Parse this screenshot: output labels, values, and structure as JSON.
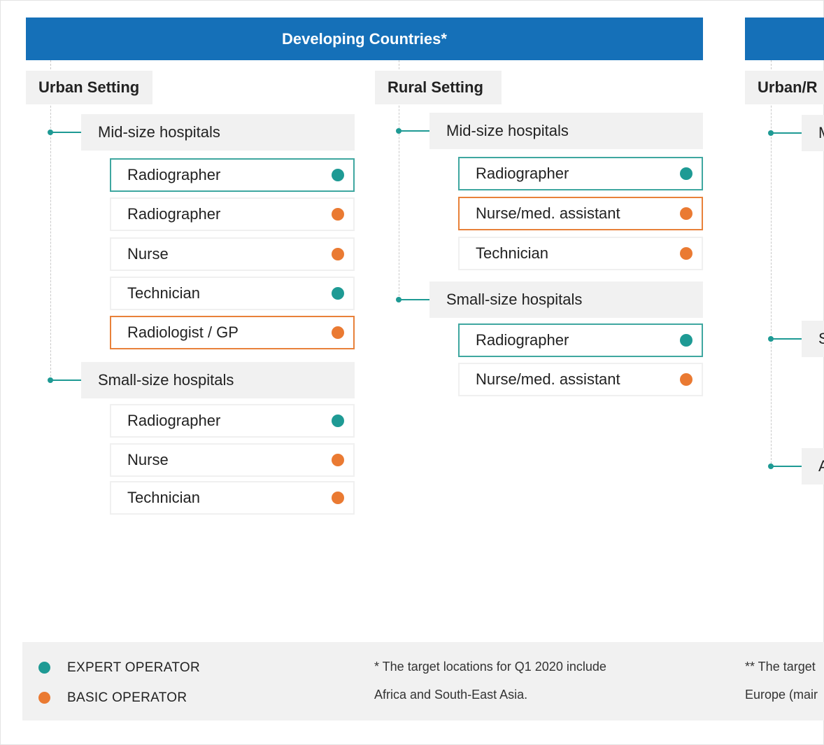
{
  "colors": {
    "expert": "#1e9a94",
    "basic": "#ea7a32",
    "banner": "#1570b8"
  },
  "banners": [
    {
      "title": "Developing Countries*"
    },
    {
      "title": ""
    }
  ],
  "columns": [
    {
      "setting": "Urban Setting",
      "groups": [
        {
          "title": "Mid-size hospitals",
          "items": [
            {
              "label": "Radiographer",
              "type": "expert",
              "highlight": true
            },
            {
              "label": "Radiographer",
              "type": "basic",
              "highlight": false
            },
            {
              "label": "Nurse",
              "type": "basic",
              "highlight": false
            },
            {
              "label": "Technician",
              "type": "expert",
              "highlight": false
            },
            {
              "label": "Radiologist / GP",
              "type": "basic",
              "highlight": true
            }
          ]
        },
        {
          "title": "Small-size hospitals",
          "items": [
            {
              "label": "Radiographer",
              "type": "expert",
              "highlight": false
            },
            {
              "label": "Nurse",
              "type": "basic",
              "highlight": false
            },
            {
              "label": "Technician",
              "type": "basic",
              "highlight": false
            }
          ]
        }
      ]
    },
    {
      "setting": "Rural Setting",
      "groups": [
        {
          "title": "Mid-size hospitals",
          "items": [
            {
              "label": "Radiographer",
              "type": "expert",
              "highlight": true
            },
            {
              "label": "Nurse/med. assistant",
              "type": "basic",
              "highlight": true
            },
            {
              "label": "Technician",
              "type": "basic",
              "highlight": false
            }
          ]
        },
        {
          "title": "Small-size hospitals",
          "items": [
            {
              "label": "Radiographer",
              "type": "expert",
              "highlight": true
            },
            {
              "label": "Nurse/med. assistant",
              "type": "basic",
              "highlight": false
            }
          ]
        }
      ]
    },
    {
      "setting": "Urban/R",
      "groups": [
        {
          "title": "M",
          "items": []
        },
        {
          "title": "S",
          "items": []
        },
        {
          "title": "A",
          "items": []
        }
      ]
    }
  ],
  "legend": [
    {
      "label": "EXPERT OPERATOR",
      "type": "expert"
    },
    {
      "label": "BASIC OPERATOR",
      "type": "basic"
    }
  ],
  "notes": [
    {
      "line1": "* The target locations for Q1 2020 include",
      "line2": "Africa and South-East Asia."
    },
    {
      "line1": "** The target",
      "line2": "Europe (mair"
    }
  ]
}
